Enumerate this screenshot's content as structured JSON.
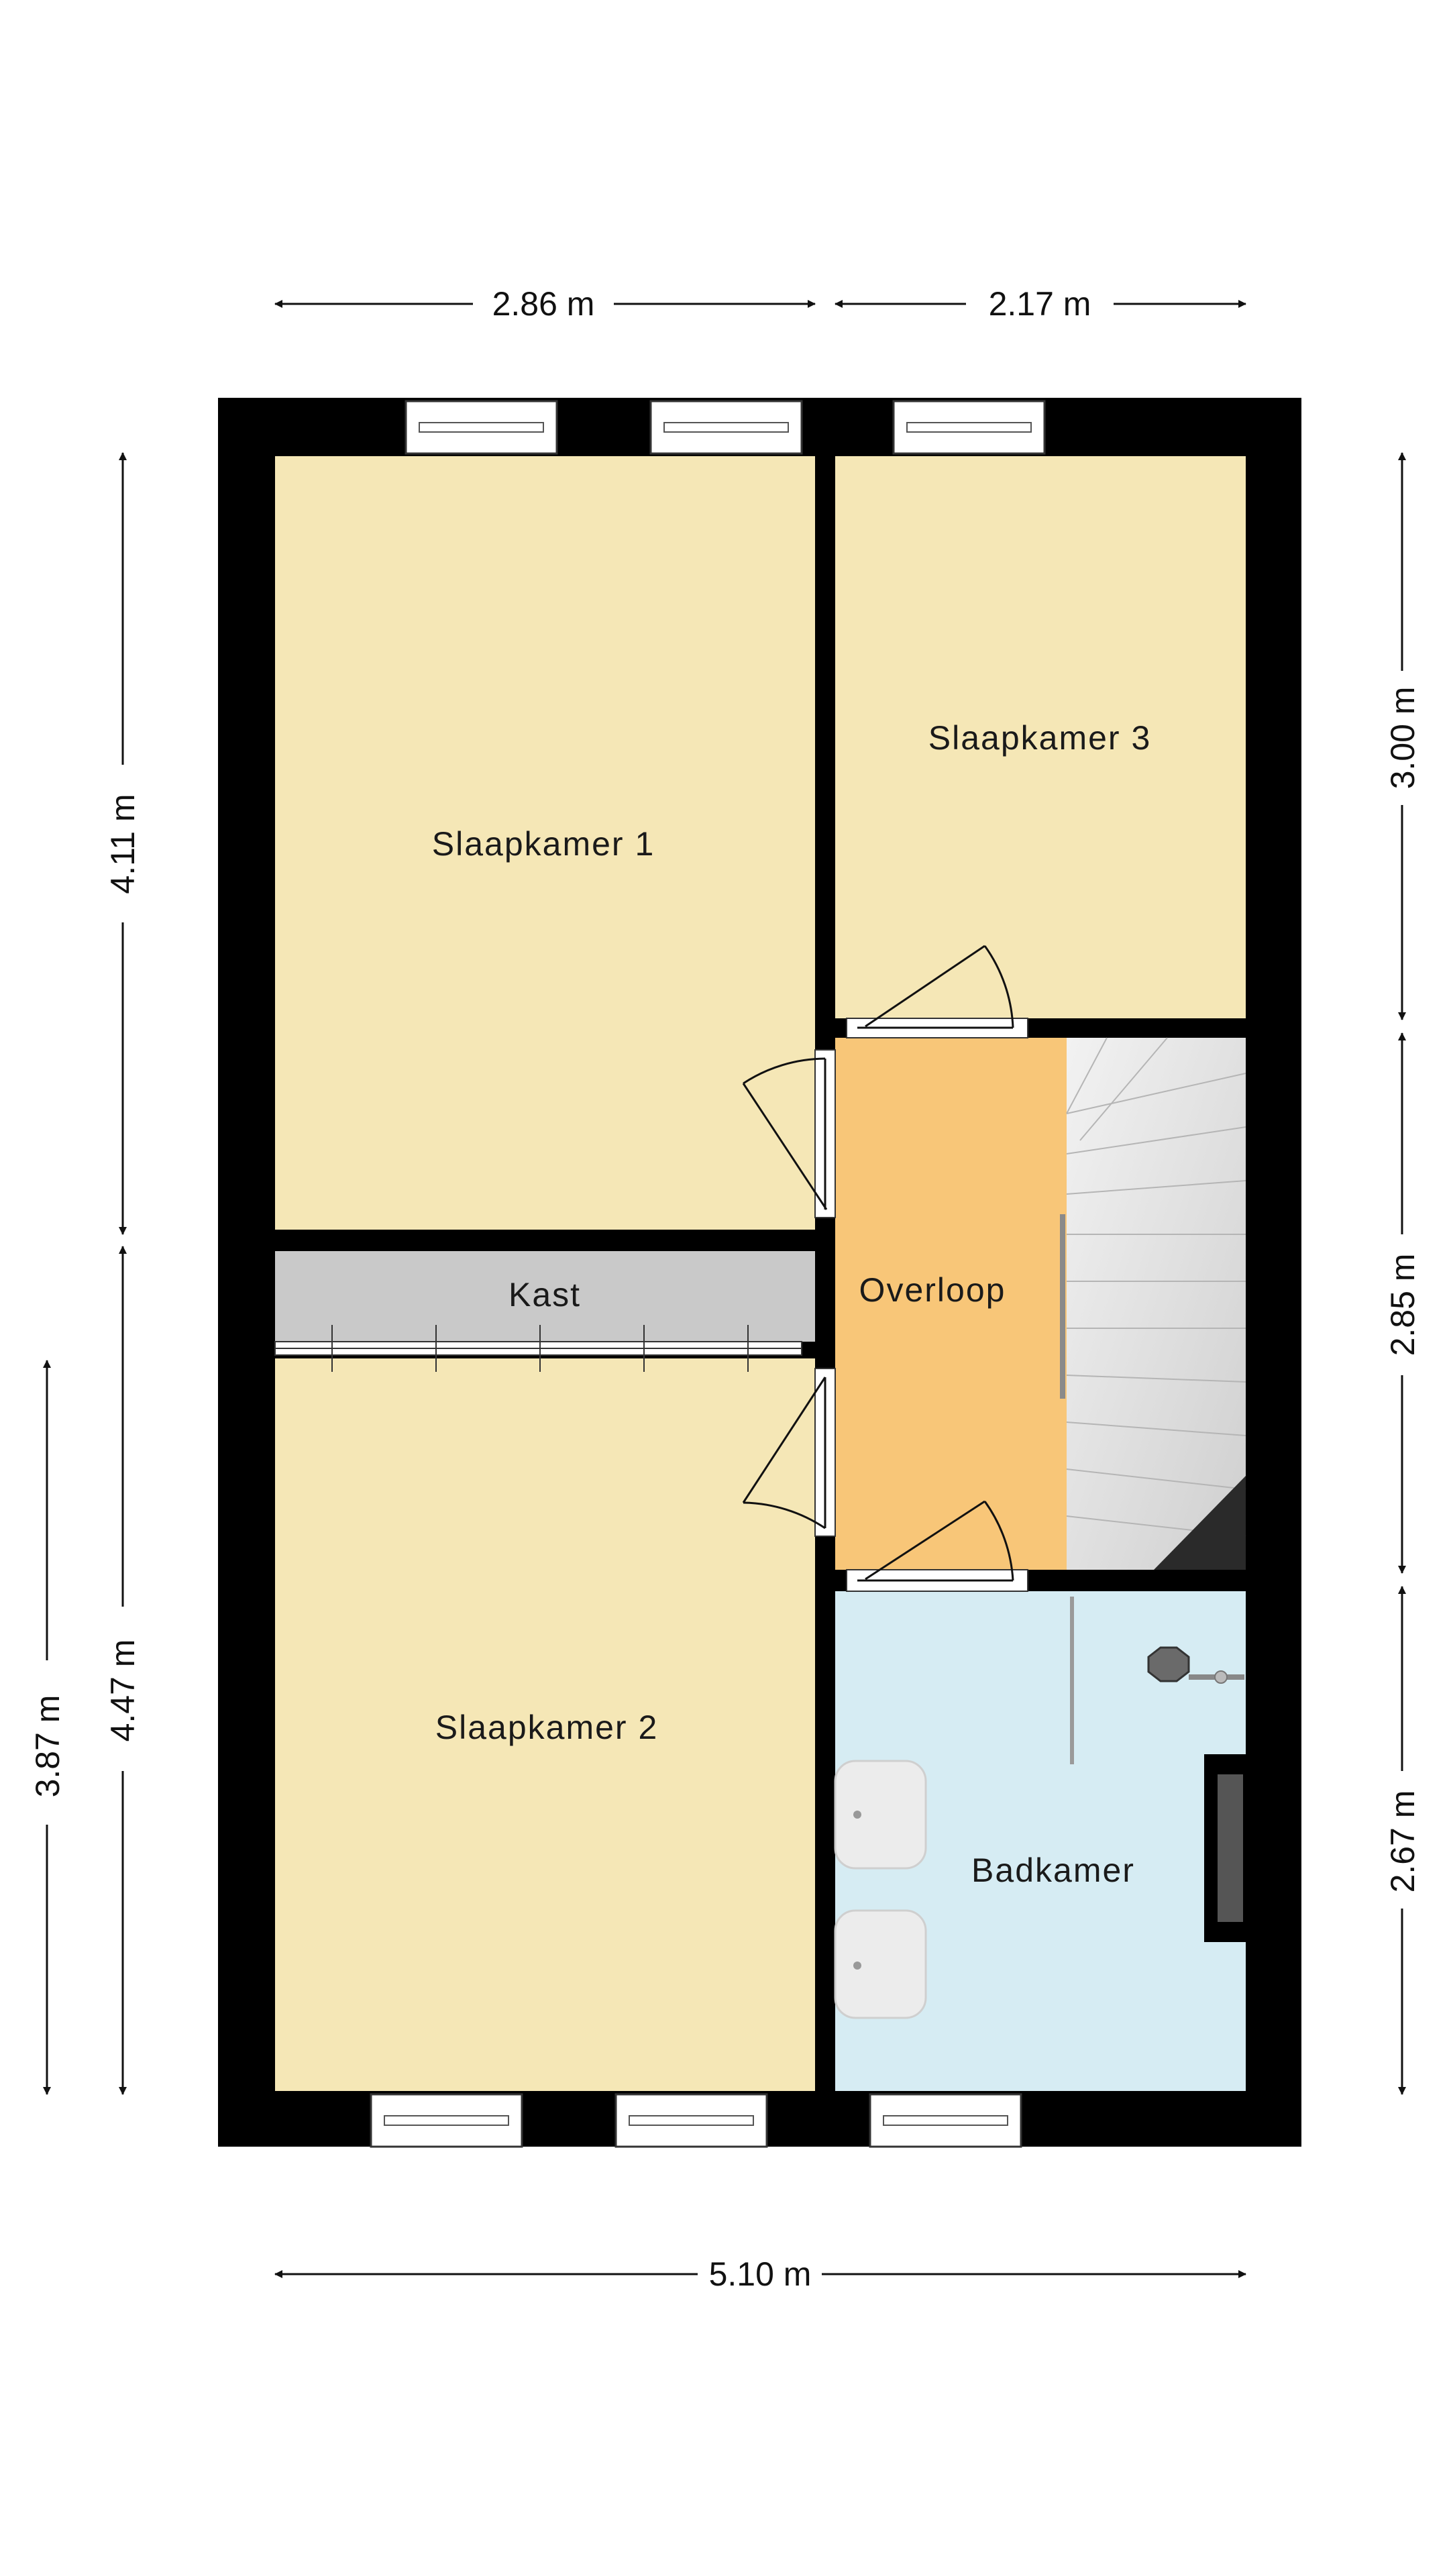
{
  "rooms": {
    "slaapkamer1": "Slaapkamer 1",
    "slaapkamer2": "Slaapkamer 2",
    "slaapkamer3": "Slaapkamer 3",
    "kast": "Kast",
    "overloop": "Overloop",
    "badkamer": "Badkamer"
  },
  "dimensions": {
    "top_left": "2.86 m",
    "top_right": "2.17 m",
    "bottom": "5.10 m",
    "left_upper": "4.11 m",
    "left_lower": "4.47 m",
    "left_outer": "3.87 m",
    "right_upper": "3.00 m",
    "right_middle": "2.85 m",
    "right_lower": "2.67 m"
  },
  "colors": {
    "wall": "#000000",
    "bedroom": "#f5e7b6",
    "storage": "#c9c9c9",
    "landing": "#f8c678",
    "bathroom": "#d6ecf3",
    "stairs": "#e6e6e6"
  }
}
